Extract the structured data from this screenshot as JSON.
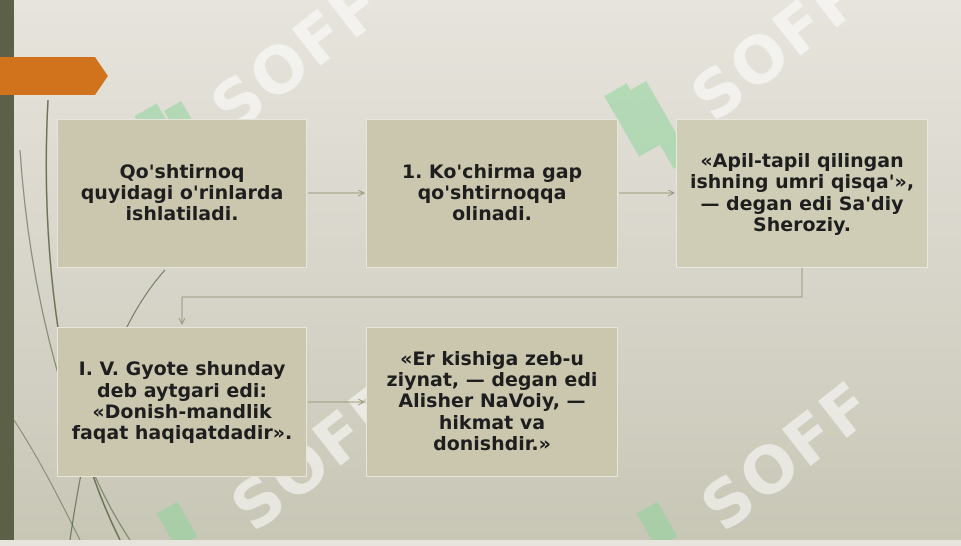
{
  "watermark": {
    "text": "SOFF"
  },
  "diagram": {
    "boxes": [
      {
        "id": "root",
        "text": "Qo'shtirnoq quyidagi o'rinlarda ishlatiladi."
      },
      {
        "id": "rule1",
        "text": "1. Ko'chirma gap qo'shtirnoqqa olinadi."
      },
      {
        "id": "example1",
        "text": "«Apil-tapil qilingan ishning umri qisqa'», — degan edi Sa'diy Sheroziy."
      },
      {
        "id": "example2",
        "text": "I. V. Gyote shunday deb aytgari edi: «Donish-mandlik faqat haqiqatdadir»."
      },
      {
        "id": "example3",
        "text": "«Er kishiga zeb-u ziynat, — degan edi Alisher NaVoiy, — hikmat va donishdir.»"
      }
    ]
  },
  "colors": {
    "accent": "#d0731c",
    "sidebar": "#5b6047",
    "box": "#cac7ae",
    "connector": "#a8a58a"
  }
}
